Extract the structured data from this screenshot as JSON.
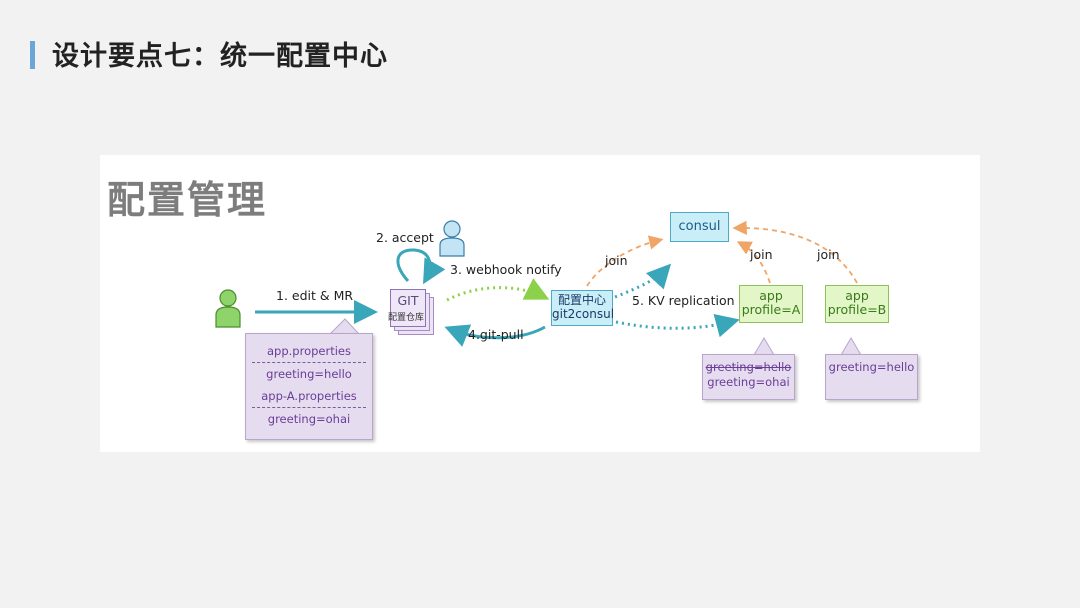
{
  "slide": {
    "title": "设计要点七：统一配置中心",
    "accent_color": "#6ba6d6"
  },
  "diagram": {
    "title": "配置管理",
    "steps": {
      "edit": "1. edit & MR",
      "accept": "2. accept",
      "notify": "3. webhook notify",
      "pull": "4.git-pull",
      "replication": "5. KV replication",
      "join_1": "join",
      "join_2": "join",
      "join_3": "join"
    },
    "git": {
      "label": "GIT",
      "sublabel": "配置仓库"
    },
    "consul": "consul",
    "git2consul": {
      "line1": "配置中心",
      "line2": "git2consul"
    },
    "apps": [
      {
        "line1": "app",
        "line2": "profile=A"
      },
      {
        "line1": "app",
        "line2": "profile=B"
      }
    ],
    "notes": {
      "main": [
        "app.properties",
        "greeting=hello",
        "app-A.properties",
        "greeting=ohai"
      ],
      "app_a": [
        "greeting=hello",
        "greeting=ohai"
      ],
      "app_b": [
        "greeting=hello"
      ]
    },
    "icons": [
      "user-icon-green",
      "user-icon-blue"
    ],
    "colors": {
      "consul_fill": "#c9eef8",
      "app_fill": "#e3f6c8",
      "note_fill": "#e6dcef",
      "arrow_teal": "#3aa6b9",
      "arrow_green_dotted": "#8bd14a",
      "arrow_orange_dashed": "#f0a466"
    }
  }
}
